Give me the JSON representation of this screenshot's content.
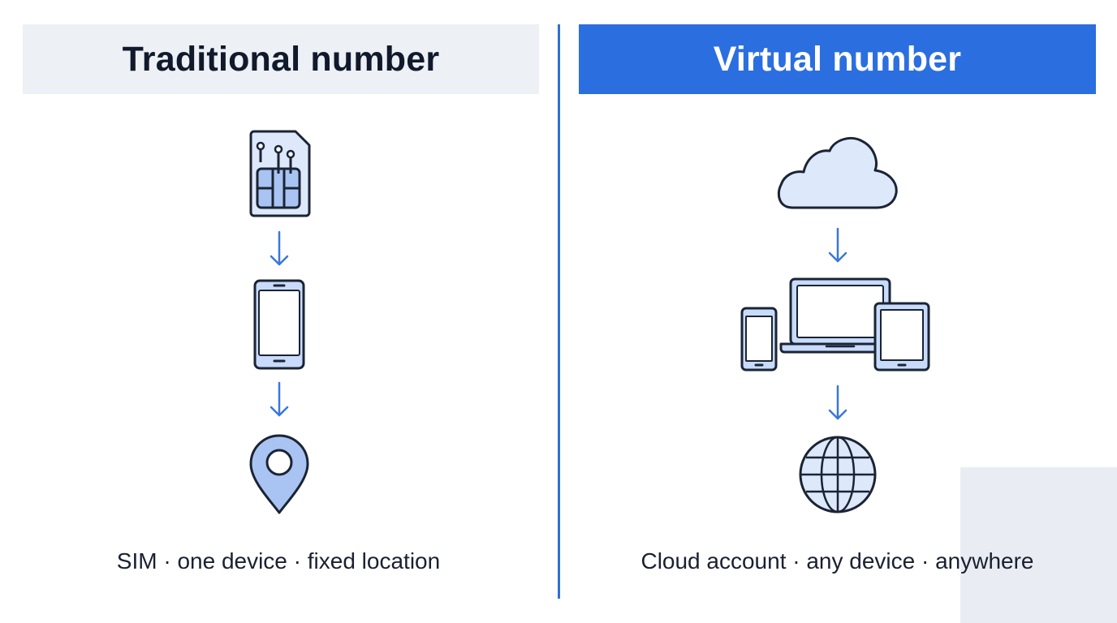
{
  "colors": {
    "accent": "#2b6ee0",
    "icon_fill": "#c9dbfb",
    "icon_stroke": "#1b2434",
    "arrow": "#3a78d8",
    "left_header_bg": "#edf0f4"
  },
  "left": {
    "title": "Traditional number",
    "caption": "SIM · one device · fixed location",
    "icons": [
      "sim-card-icon",
      "smartphone-icon",
      "location-pin-icon"
    ]
  },
  "right": {
    "title": "Virtual number",
    "caption": "Cloud account · any device · anywhere",
    "icons": [
      "cloud-icon",
      "devices-icon",
      "globe-icon"
    ]
  }
}
